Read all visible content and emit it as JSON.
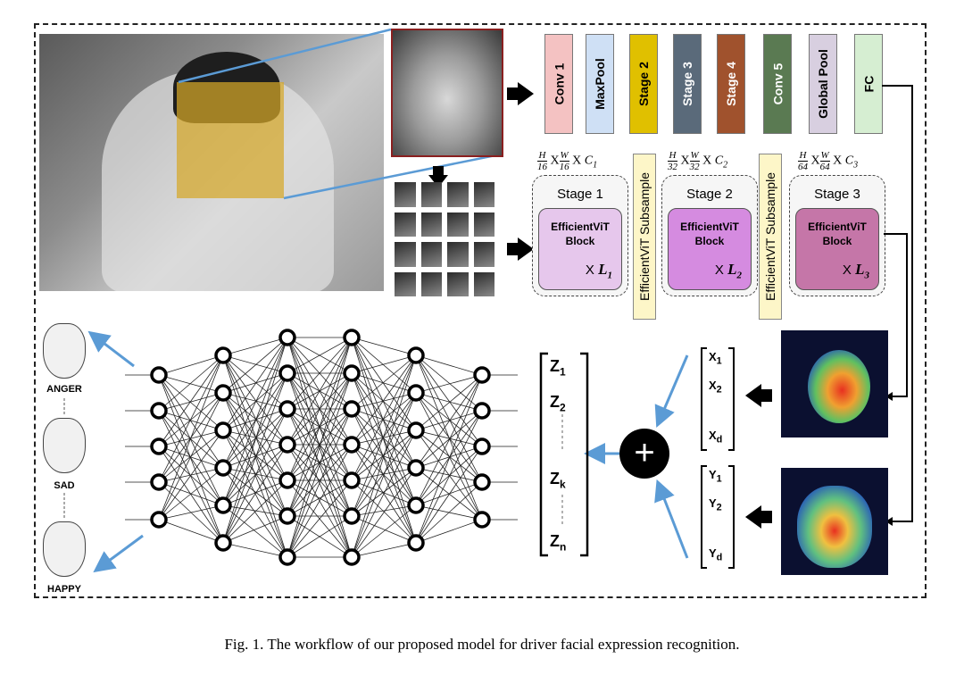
{
  "pipeline_layers": [
    {
      "label": "Conv 1",
      "color": "#f4c2c2"
    },
    {
      "label": "MaxPool",
      "color": "#cfe0f5"
    },
    {
      "label": "Stage 2",
      "color": "#e0c000"
    },
    {
      "label": "Stage 3",
      "color": "#5a6a7a"
    },
    {
      "label": "Stage 4",
      "color": "#a0522d"
    },
    {
      "label": "Conv 5",
      "color": "#5a7a52"
    },
    {
      "label": "Global Pool",
      "color": "#d8cfe0"
    },
    {
      "label": "FC",
      "color": "#d6eed2"
    }
  ],
  "dims": [
    {
      "h": "H",
      "hd": "16",
      "w": "W",
      "wd": "16",
      "c": "C",
      "ci": "1"
    },
    {
      "h": "H",
      "hd": "32",
      "w": "W",
      "wd": "32",
      "c": "C",
      "ci": "2"
    },
    {
      "h": "H",
      "hd": "64",
      "w": "W",
      "wd": "64",
      "c": "C",
      "ci": "3"
    }
  ],
  "stages": [
    {
      "title": "Stage 1",
      "block": "EfficientViT Block",
      "times": "X",
      "L": "L",
      "sub": "1",
      "color": "#e6c7ec"
    },
    {
      "title": "Stage 2",
      "block": "EfficientViT Block",
      "times": "X",
      "L": "L",
      "sub": "2",
      "color": "#d58be0"
    },
    {
      "title": "Stage 3",
      "block": "EfficientViT Block",
      "times": "X",
      "L": "L",
      "sub": "3",
      "color": "#c576a8"
    }
  ],
  "subsample_label": "EfficientViT Subsample",
  "x_vector": [
    "X",
    "1",
    "X",
    "2",
    "X",
    "d"
  ],
  "y_vector": [
    "Y",
    "1",
    "Y",
    "2",
    "Y",
    "d"
  ],
  "z_vector": [
    "Z",
    "1",
    "Z",
    "2",
    "Z",
    "k",
    "Z",
    "n"
  ],
  "plus_symbol": "+",
  "emotions": [
    "ANGER",
    "SAD",
    "HAPPY"
  ],
  "colors": {
    "arrow_blue": "#5b9bd5",
    "face_box": "#d6a828"
  },
  "caption": "Fig. 1.  The workflow of our proposed model for driver facial expression recognition."
}
